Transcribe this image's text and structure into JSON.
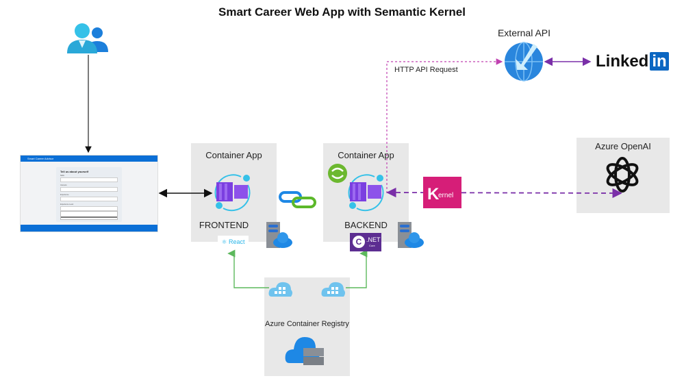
{
  "title": "Smart Career Web App with Semantic Kernel",
  "user": {
    "icon": "users-icon"
  },
  "mockup": {
    "app_name": "Smart Career Advisor",
    "form_heading": "Tell us about yourself",
    "fields": [
      {
        "label": "Skills",
        "value": ""
      },
      {
        "label": "Interests",
        "value": ""
      },
      {
        "label": "Experience",
        "value": ""
      },
      {
        "label": "Experience Level",
        "value": ""
      }
    ],
    "dropdown_options": [
      "",
      "",
      "",
      ""
    ],
    "footer": ""
  },
  "frontend": {
    "container_label": "Container App",
    "name": "FRONTEND",
    "tech_badge": "React"
  },
  "backend": {
    "container_label": "Container App",
    "name": "BACKEND",
    "tech_badge": ".NET",
    "tech_badge_sub": "Core"
  },
  "kernel": {
    "label": "ernel",
    "initial": "K"
  },
  "external_api": {
    "label": "External API"
  },
  "http_label": "HTTP API Request",
  "linkedin": {
    "text": "Linked",
    "badge": "in"
  },
  "openai": {
    "label": "Azure OpenAI"
  },
  "registry": {
    "label": "Azure Container Registry"
  },
  "colors": {
    "box_bg": "#e8e8e8",
    "purple_arrow": "#7a2fa8",
    "magenta_dotted": "#c040b0",
    "green_arrow": "#5cb85c",
    "azure_blue": "#0b6fd6",
    "kernel_pink": "#d61e78",
    "net_purple": "#5c2d91"
  }
}
